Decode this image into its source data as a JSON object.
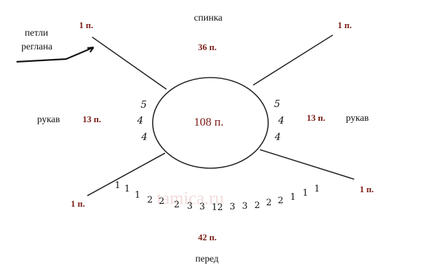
{
  "labels": {
    "back": "спинка",
    "back_count": "36 п.",
    "front": "перед",
    "front_count": "42 п.",
    "sleeve_left": "рукав",
    "sleeve_left_count": "13 п.",
    "sleeve_right": "рукав",
    "sleeve_right_count": "13 п.",
    "center_count": "108 п.",
    "raglan_line1": "петли",
    "raglan_line2": "реглана",
    "raglan_top_left": "1 п.",
    "raglan_top_right": "1 п.",
    "raglan_bottom_left": "1 п.",
    "raglan_bottom_right": "1 п."
  },
  "left_sleeve_digits": [
    "5",
    "4",
    "4"
  ],
  "right_sleeve_digits": [
    "5",
    "4",
    "4"
  ],
  "front_row_digits": [
    "1",
    "1",
    "1",
    "2",
    "2",
    "2",
    "3",
    "3",
    "12",
    "3",
    "3",
    "2",
    "2",
    "2",
    "1",
    "1",
    "1"
  ],
  "watermark": "tamica.ru",
  "colors": {
    "ink": "#111111",
    "count_red": "#7a1a14",
    "watermark": "#f1d6d6"
  }
}
